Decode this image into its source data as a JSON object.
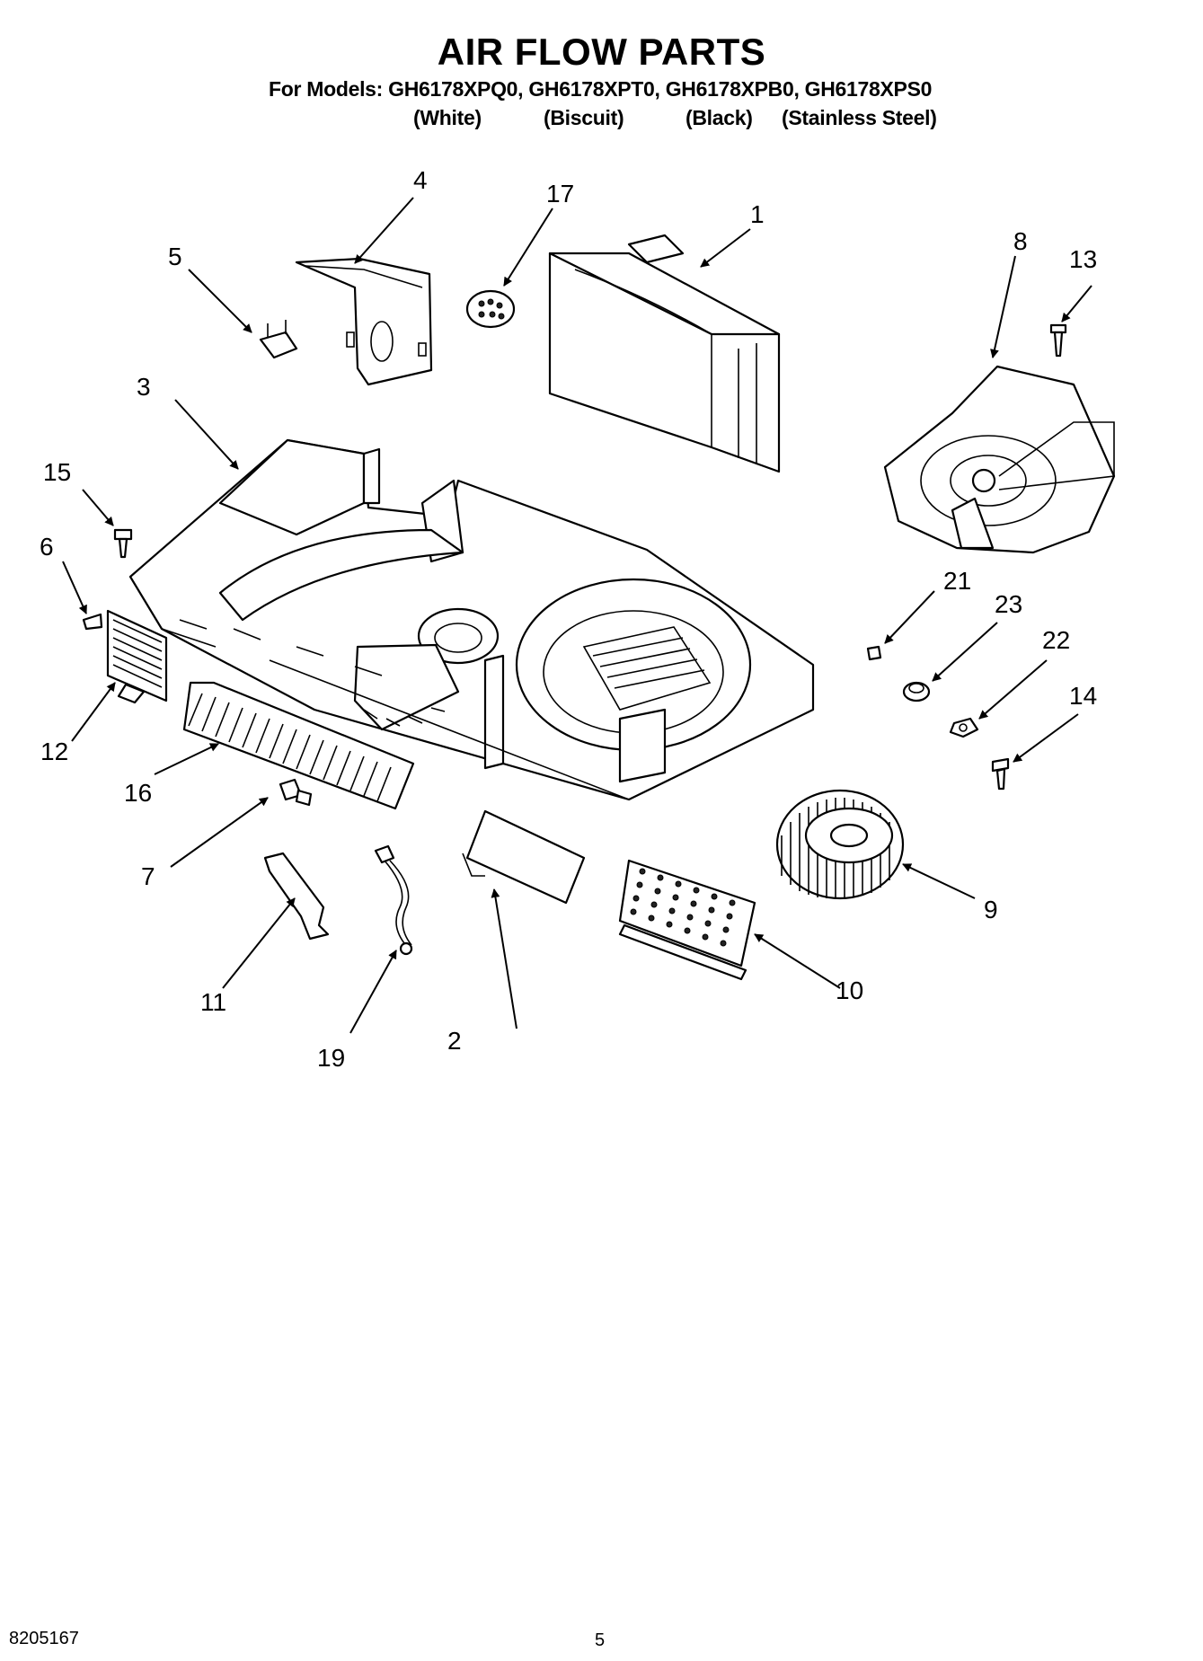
{
  "header": {
    "title": "AIR FLOW PARTS",
    "models_line": "For Models: GH6178XPQ0, GH6178XPT0, GH6178XPB0, GH6178XPS0",
    "colors": [
      "(White)",
      "(Biscuit)",
      "(Black)",
      "(Stainless Steel)"
    ]
  },
  "callouts": [
    "1",
    "2",
    "3",
    "4",
    "5",
    "6",
    "7",
    "8",
    "9",
    "10",
    "11",
    "12",
    "13",
    "14",
    "15",
    "16",
    "17",
    "19",
    "21",
    "22",
    "23"
  ],
  "footer": {
    "doc_number": "8205167",
    "page_number": "5"
  }
}
